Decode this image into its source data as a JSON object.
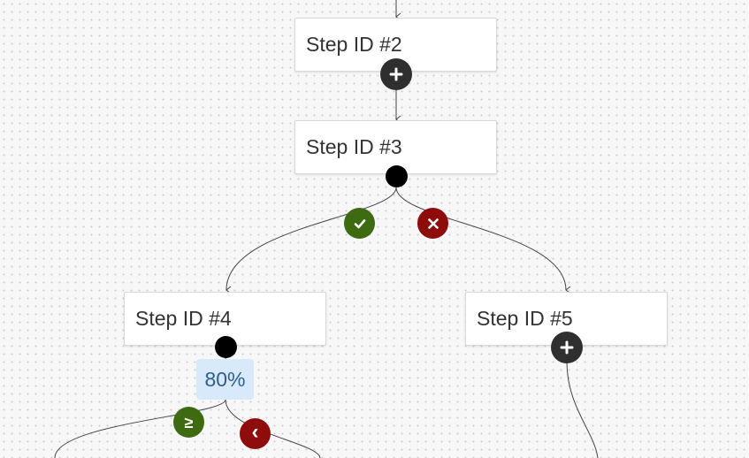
{
  "steps": [
    {
      "label": "Step ID #2"
    },
    {
      "label": "Step ID #3"
    },
    {
      "label": "Step ID #4"
    },
    {
      "label": "Step ID #5"
    }
  ],
  "condition_badge": {
    "label": "80%"
  },
  "branch_symbols": {
    "greater_equal": "≥",
    "less_than": "‹"
  },
  "colors": {
    "canvas": "#f7f7f7",
    "add_button": "#2f2f2f",
    "yes_branch": "#3e6b12",
    "no_branch": "#8e0c0c",
    "condition_badge_bg": "#d7e9fa",
    "condition_badge_text": "#2f5f8a",
    "edge": "#444444"
  },
  "icons": {
    "add": "plus-icon",
    "yes": "checkmark-icon",
    "no": "cross-icon"
  }
}
